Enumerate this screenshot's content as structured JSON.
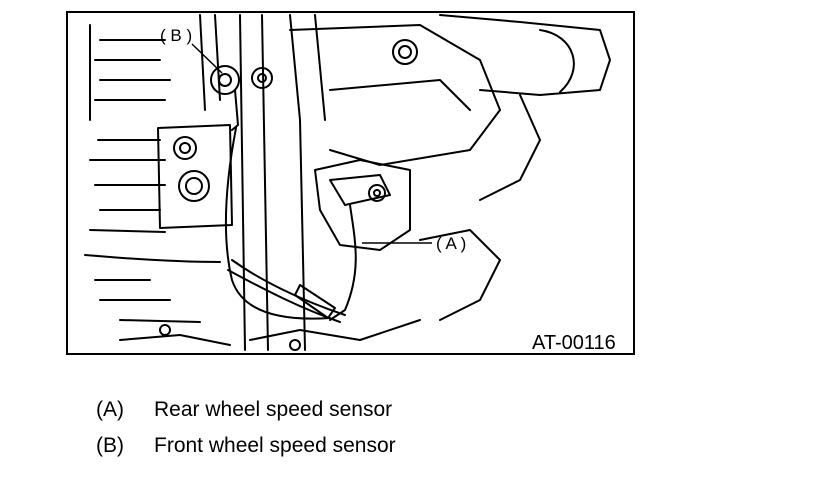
{
  "diagram": {
    "callout_a": "( A )",
    "callout_b": "( B )",
    "figure_id": "AT-00116"
  },
  "legend": [
    {
      "key": "(A)",
      "text": "Rear wheel speed sensor"
    },
    {
      "key": "(B)",
      "text": "Front wheel speed sensor"
    }
  ]
}
